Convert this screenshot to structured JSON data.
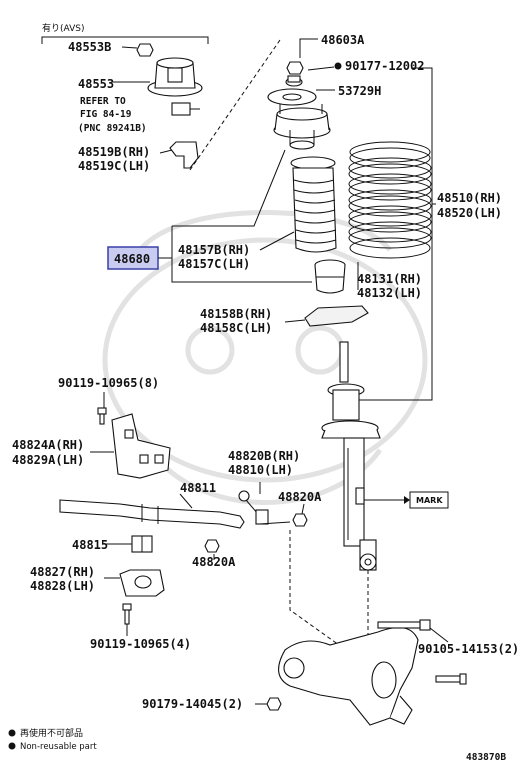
{
  "diagram": {
    "avs_note": "有り(AVS)",
    "labels": {
      "p48553b": "48553B",
      "p48553": "48553",
      "refer1": "REFER TO",
      "refer2": "FIG 84-19",
      "refer3": "(PNC 89241B)",
      "p48519b": "48519B(RH)",
      "p48519c": "48519C(LH)",
      "p48680": "48680",
      "p48157b": "48157B(RH)",
      "p48157c": "48157C(LH)",
      "p48603a": "48603A",
      "p90177": "90177-12002",
      "p53729h": "53729H",
      "p48510": "48510(RH)",
      "p48520": "48520(LH)",
      "p48131": "48131(RH)",
      "p48132": "48132(LH)",
      "p48158b": "48158B(RH)",
      "p48158c": "48158C(LH)",
      "p90119a": "90119-10965(8)",
      "p48824a": "48824A(RH)",
      "p48829a": "48829A(LH)",
      "p48820b": "48820B(RH)",
      "p48810": "48810(LH)",
      "p48811": "48811",
      "p48820a1": "48820A",
      "p48820a2": "48820A",
      "p48815": "48815",
      "p48827": "48827(RH)",
      "p48828": "48828(LH)",
      "p90119b": "90119-10965(4)",
      "p90105": "90105-14153(2)",
      "p90179": "90179-14045(2)",
      "mark": "MARK"
    },
    "legend": {
      "jp": "再使用不可部品",
      "en": "Non-reusable part"
    },
    "figure_id": "483870B"
  }
}
